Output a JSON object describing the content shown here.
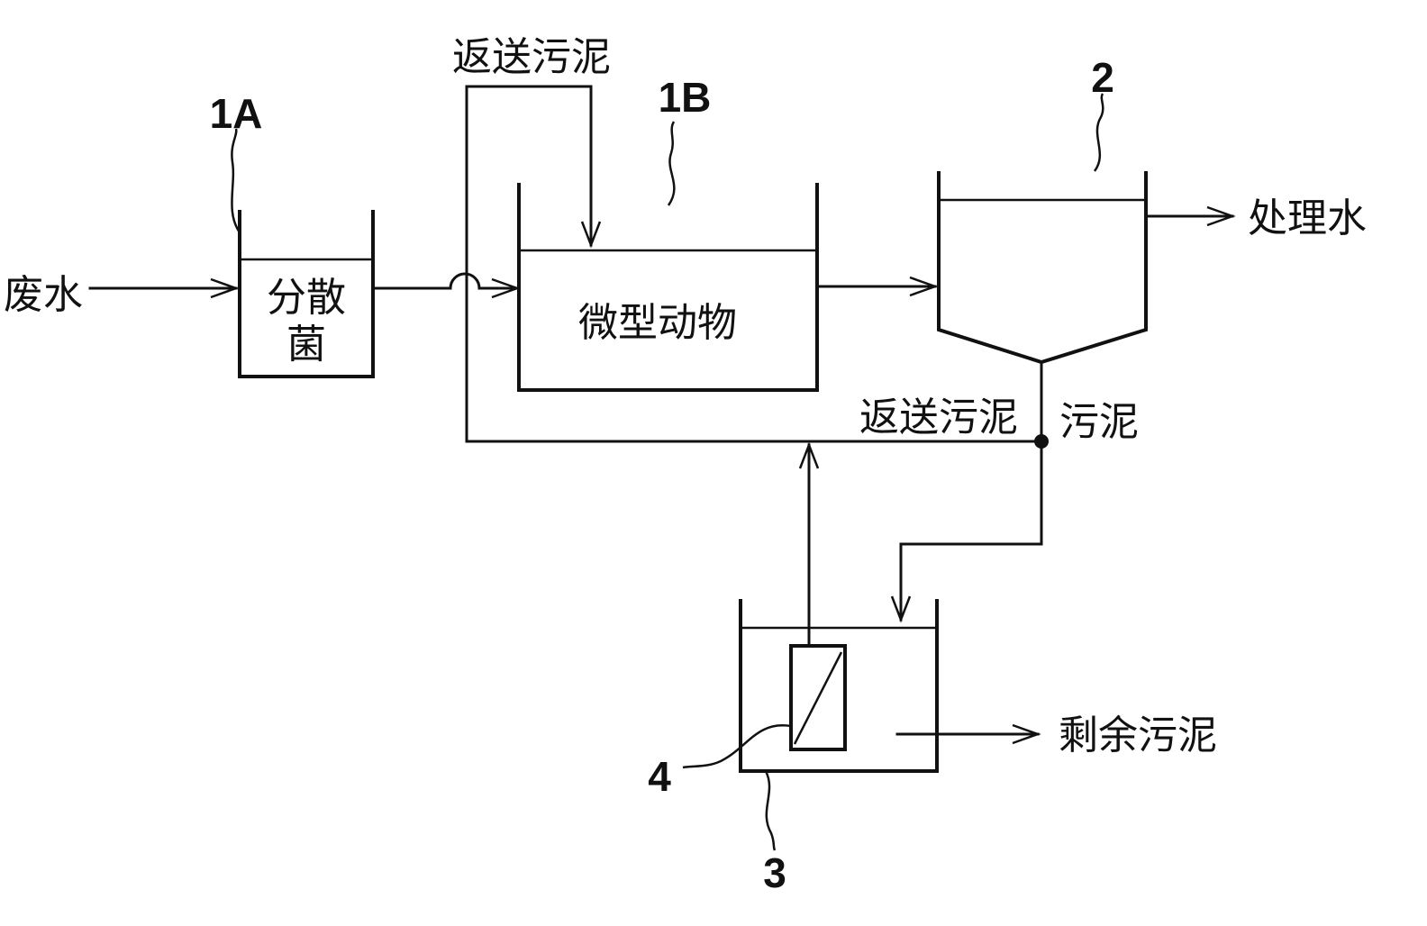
{
  "labels": {
    "tank_1a": "1A",
    "tank_1b": "1B",
    "tank_2": "2",
    "tank_3": "3",
    "membrane_4": "4"
  },
  "text": {
    "wastewater": "废水",
    "dispersed_bacteria_line1": "分散",
    "dispersed_bacteria_line2": "菌",
    "micro_animals": "微型动物",
    "return_sludge_top": "返送污泥",
    "return_sludge_bottom": "返送污泥",
    "sludge": "污泥",
    "treated_water": "处理水",
    "excess_sludge": "剩余污泥"
  }
}
